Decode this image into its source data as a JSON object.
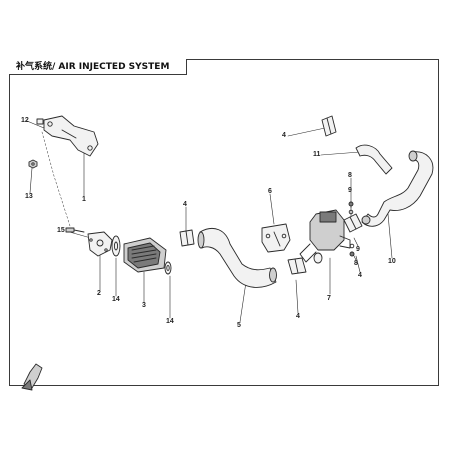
{
  "diagram": {
    "title": "补气系统/ AIR INJECTED SYSTEM",
    "callouts": [
      {
        "id": "c12",
        "label": "12"
      },
      {
        "id": "c13",
        "label": "13"
      },
      {
        "id": "c1",
        "label": "1"
      },
      {
        "id": "c15",
        "label": "15"
      },
      {
        "id": "c2",
        "label": "2"
      },
      {
        "id": "c14a",
        "label": "14"
      },
      {
        "id": "c3",
        "label": "3"
      },
      {
        "id": "c14b",
        "label": "14"
      },
      {
        "id": "c4a",
        "label": "4"
      },
      {
        "id": "c5",
        "label": "5"
      },
      {
        "id": "c4b",
        "label": "4"
      },
      {
        "id": "c6",
        "label": "6"
      },
      {
        "id": "c7",
        "label": "7"
      },
      {
        "id": "c8a",
        "label": "8"
      },
      {
        "id": "c9a",
        "label": "9"
      },
      {
        "id": "c9b",
        "label": "9"
      },
      {
        "id": "c8b",
        "label": "8"
      },
      {
        "id": "c4c",
        "label": "4"
      },
      {
        "id": "c4d",
        "label": "4"
      },
      {
        "id": "c11",
        "label": "11"
      },
      {
        "id": "c10",
        "label": "10"
      }
    ]
  },
  "colors": {
    "line": "#2a2a2a",
    "fill_light": "#f2f2f2",
    "fill_mid": "#cfcfcf",
    "fill_dark": "#7a7a7a"
  },
  "icons": {
    "direction": "front-direction-arrow-icon"
  }
}
